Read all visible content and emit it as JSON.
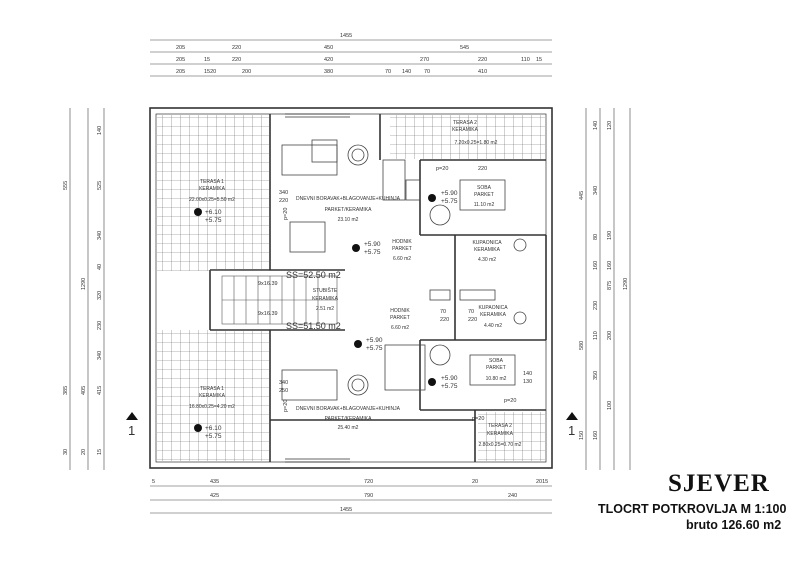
{
  "title": "SJEVER",
  "subtitle": "TLOCRT POTKROVLJA  M 1:100",
  "gross_area": "bruto 126.60 m2",
  "dims_top": [
    "1455",
    "205",
    "220",
    "450",
    "545",
    "205",
    "15",
    "220",
    "420",
    "270",
    "220",
    "110",
    "15",
    "205",
    "1520",
    "200",
    "380",
    "70",
    "140",
    "70",
    "410"
  ],
  "dims_bottom": [
    "5",
    "435",
    "720",
    "20",
    "2015",
    "425",
    "790",
    "240",
    "1455"
  ],
  "dims_left": [
    "555",
    "1290",
    "140",
    "525",
    "340",
    "385",
    "40",
    "320",
    "230",
    "405",
    "415",
    "340",
    "15",
    "20",
    "30"
  ],
  "dims_right": [
    "1290",
    "875",
    "140",
    "120",
    "445",
    "340",
    "80",
    "190",
    "160",
    "160",
    "580",
    "230",
    "110",
    "200",
    "350",
    "100",
    "150",
    "160"
  ],
  "rooms": [
    {
      "name": "TERASA 1",
      "sub": "KERAMIKA",
      "area": "22.00x0.25=5.50 m2"
    },
    {
      "name": "TERASA 2",
      "sub": "KERAMIKA",
      "area": "7.20x0.25=1.80 m2"
    },
    {
      "name": "DNEVNI BORAVAK+BLAGOVANJE+KUHINJA",
      "sub": "PARKET/KERAMIKA",
      "area": "23.10 m2"
    },
    {
      "name": "SOBA",
      "sub": "PARKET",
      "area": "11.10 m2"
    },
    {
      "name": "HODNIK",
      "sub": "PARKET",
      "area": "6.60 m2"
    },
    {
      "name": "KUPAONICA",
      "sub": "KERAMIKA",
      "area": "4.30 m2"
    },
    {
      "name": "STUBIŠTE",
      "sub": "KERAMIKA",
      "area": "2.51 m2"
    },
    {
      "name": "HODNIK",
      "sub": "PARKET",
      "area": "6.60 m2"
    },
    {
      "name": "KUPAONICA",
      "sub": "KERAMIKA",
      "area": "4.40 m2"
    },
    {
      "name": "SOBA",
      "sub": "PARKET",
      "area": "10.80 m2"
    },
    {
      "name": "TERASA 1",
      "sub": "KERAMIKA",
      "area": "16.80x0.25=4.20 m2"
    },
    {
      "name": "DNEVNI BORAVAK+BLAGOVANJE+KUHINJA",
      "sub": "PARKET/KERAMIKA",
      "area": "25.40 m2"
    },
    {
      "name": "TERASA 2",
      "sub": "KERAMIKA",
      "area": "2.80x0.25=0.70 m2"
    }
  ],
  "levels": [
    {
      "a": "+5.90",
      "b": "+5.75"
    },
    {
      "a": "+6.10",
      "b": "+5.75"
    },
    {
      "a": "+5.90",
      "b": "+5.75"
    },
    {
      "a": "+5.90",
      "b": "+5.75"
    },
    {
      "a": "+5.90",
      "b": "+5.75"
    },
    {
      "a": "+6.10",
      "b": "+5.75"
    }
  ],
  "stair_labels": [
    "SS=52.50 m2",
    "SS=51.50 m2",
    "9x16.39",
    "9x16.39"
  ],
  "misc_labels": [
    "340",
    "220",
    "p=20",
    "340",
    "250",
    "p=20",
    "220",
    "p=20",
    "70",
    "220",
    "140",
    "130",
    "70",
    "220",
    "p=20",
    "p=20"
  ],
  "section_marker": "1",
  "colors": {
    "line": "#333333",
    "grid": "#555555",
    "text": "#111111"
  }
}
